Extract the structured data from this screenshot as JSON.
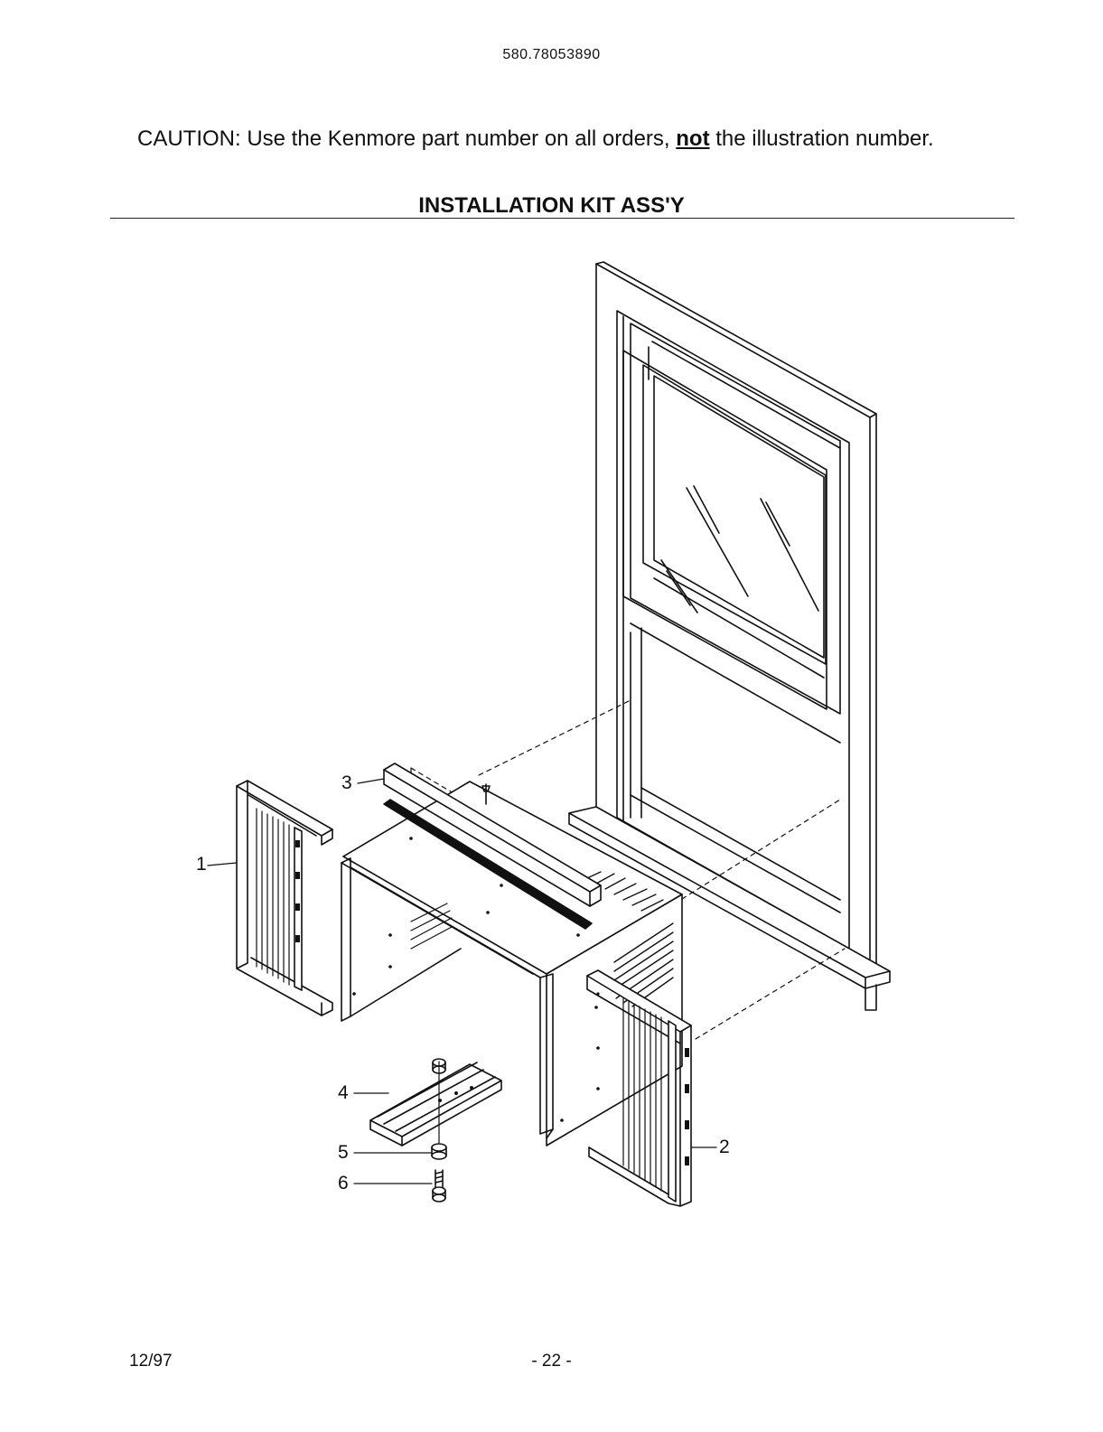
{
  "header": {
    "model_number": "580.78053890",
    "caution_prefix": "CAUTION: Use the Kenmore part number on all orders, ",
    "caution_emphasis": "not",
    "caution_suffix": " the illustration number.",
    "section_title": "INSTALLATION KIT ASS'Y"
  },
  "callouts": [
    "1",
    "2",
    "3",
    "4",
    "5",
    "6"
  ],
  "footer": {
    "date": "12/97",
    "page": "- 22 -"
  },
  "colors": {
    "ink": "#111111",
    "background": "#ffffff"
  }
}
